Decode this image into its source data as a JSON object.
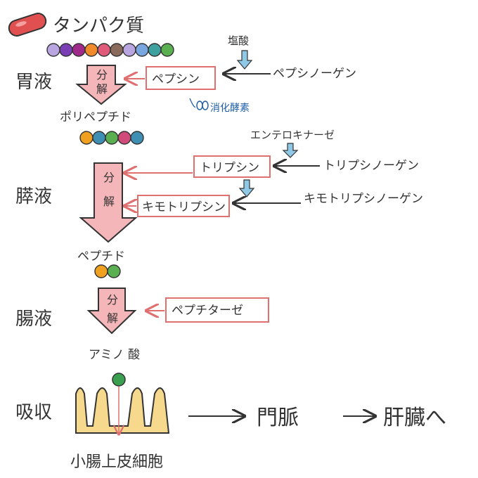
{
  "title": "タンパク質",
  "stages": {
    "stomach": "胃液",
    "pancreas": "膵液",
    "intestine": "腸液",
    "absorption": "吸収"
  },
  "products": {
    "polypeptide": "ポリペプチド",
    "peptide": "ペプチド",
    "amino_acid": "アミノ 酸"
  },
  "arrow_label": "分解",
  "enzymes": {
    "pepsin": "ペプシン",
    "trypsin": "トリプシン",
    "chymotrypsin": "キモトリプシン",
    "peptidase": "ペプチターゼ"
  },
  "precursors": {
    "pepsinogen": "ペプシノーゲン",
    "trypsinogen": "トリプシノーゲン",
    "chymotrypsinogen": "キモトリプシノーゲン"
  },
  "activators": {
    "hcl": "塩酸",
    "enterokinase": "エンテロキナーゼ"
  },
  "digestive_enzyme_note": "消化酵素",
  "cell_label": "小腸上皮細胞",
  "destinations": {
    "portal_vein": "門脈",
    "liver": "肝臓へ"
  },
  "colors": {
    "arrow_fill": "#f4b6b8",
    "enzyme_border": "#e07070",
    "activation_arrow": "#8fc9e6",
    "villi_fill": "#f6d98c",
    "note_blue": "#1f5fa8"
  },
  "bead_colors_protein": [
    "#b9a6e0",
    "#7a3fb5",
    "#a02a8a",
    "#f08a2a",
    "#e05b7a",
    "#8a6a5a",
    "#b9a6e0",
    "#7aa6e0",
    "#3fa0a0",
    "#5ab050"
  ],
  "bead_colors_polypeptide": [
    "#f0a020",
    "#3f8fb5",
    "#5ab050",
    "#d04a7a",
    "#3f8fb5"
  ],
  "bead_colors_peptide": [
    "#f0a020",
    "#5ab050"
  ],
  "bead_color_amino": "#3aa050"
}
